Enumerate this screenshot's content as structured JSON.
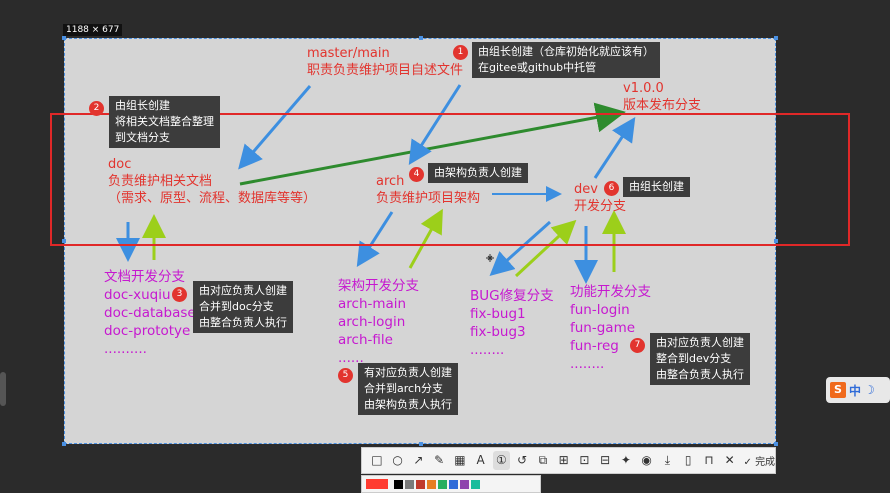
{
  "screen": {
    "size_label": "1188 × 677"
  },
  "nodes": {
    "master": {
      "line1": "master/main",
      "line2": "职责负责维护项目自述文件"
    },
    "release": {
      "line1": "v1.0.0",
      "line2": "版本发布分支"
    },
    "doc": {
      "line1": "doc",
      "line2": "负责维护相关文档",
      "line3": "（需求、原型、流程、数据库等等）"
    },
    "arch": {
      "line1": "arch",
      "line2": "负责维护项目架构"
    },
    "dev": {
      "line1": "dev",
      "line2": "开发分支"
    },
    "doc_dev": {
      "title": "文档开发分支",
      "items": [
        "doc-xuqiu",
        "doc-database",
        "doc-prototye",
        ".........."
      ]
    },
    "arch_dev": {
      "title": "架构开发分支",
      "items": [
        "arch-main",
        "arch-login",
        "arch-file",
        "......"
      ]
    },
    "bug": {
      "title": "BUG修复分支",
      "items": [
        "fix-bug1",
        "fix-bug3",
        "........"
      ]
    },
    "fun": {
      "title": "功能开发分支",
      "items": [
        "fun-login",
        "fun-game",
        "fun-reg",
        "........"
      ]
    }
  },
  "callouts": [
    {
      "num": "1",
      "lines": [
        "由组长创建（仓库初始化就应该有）",
        "在gitee或github中托管"
      ]
    },
    {
      "num": "2",
      "lines": [
        "由组长创建",
        "将相关文档整合整理",
        "到文档分支"
      ]
    },
    {
      "num": "3",
      "lines": [
        "由对应负责人创建",
        "合并到doc分支",
        "由整合负责人执行"
      ]
    },
    {
      "num": "4",
      "lines": [
        "由架构负责人创建"
      ]
    },
    {
      "num": "5",
      "lines": [
        "有对应负责人创建",
        "合并到arch分支",
        "由架构负责人执行"
      ]
    },
    {
      "num": "6",
      "lines": [
        "由组长创建"
      ]
    },
    {
      "num": "7",
      "lines": [
        "由对应负责人创建",
        "整合到dev分支",
        "由整合负责人执行"
      ]
    }
  ],
  "toolbar": {
    "tools": [
      "rect-icon",
      "ellipse-icon",
      "arrow-icon",
      "pen-icon",
      "mosaic-icon",
      "text-icon",
      "number-icon",
      "undo-icon",
      "crop-icon",
      "ocr-icon",
      "screenshot-icon",
      "translate-icon",
      "pin-icon",
      "record-icon",
      "download-icon",
      "save-icon",
      "bookmark-icon",
      "close-icon"
    ],
    "glyphs": [
      "□",
      "○",
      "↗",
      "✎",
      "▦",
      "A",
      "①",
      "↺",
      "⧉",
      "⊞",
      "⊡",
      "⊟",
      "✦",
      "◉",
      "⤓",
      "▯",
      "⊓",
      "✕"
    ],
    "done_label": "完成"
  },
  "colors": {
    "red": "#e2342e",
    "magenta": "#c619d0",
    "arrow_blue": "#3d8fe0",
    "arrow_green": "#9ccf1a",
    "release_arrow": "#2e8b2e",
    "swatches": [
      "#ff3b30",
      "#000000",
      "#7a7a7a",
      "#c0392b",
      "#e67e22",
      "#27ae60",
      "#2f6bd8",
      "#8e44ad",
      "#1abc9c"
    ]
  },
  "ime": {
    "s_label": "S",
    "mode_label": "中",
    "moon": "☽"
  }
}
